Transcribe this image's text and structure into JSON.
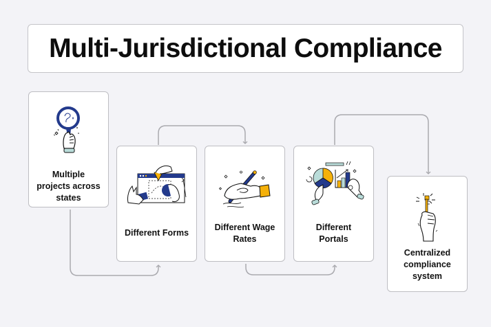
{
  "title": "Multi-Jurisdictional Compliance",
  "colors": {
    "background": "#f3f3f7",
    "card_border": "#bdbdc2",
    "connector": "#a9a9ae",
    "navy": "#233a8c",
    "gold": "#f5b10a",
    "mint": "#b9dcd9"
  },
  "steps": [
    {
      "id": "multiple-projects",
      "label": "Multiple projects across states",
      "lines": [
        "Multiple",
        "projects across",
        "states"
      ],
      "icon": "magnifying-glass-hand-icon"
    },
    {
      "id": "different-forms",
      "label": "Different Forms",
      "lines": [
        "Different Forms"
      ],
      "icon": "forms-window-hands-icon"
    },
    {
      "id": "different-wage-rates",
      "label": "Different Wage Rates",
      "lines": [
        "Different Wage",
        "Rates"
      ],
      "icon": "hand-writing-pen-icon"
    },
    {
      "id": "different-portals",
      "label": "Different Portals",
      "lines": [
        "Different",
        "Portals"
      ],
      "icon": "charts-hands-icon"
    },
    {
      "id": "centralized-system",
      "label": "Centralized compliance system",
      "lines": [
        "Centralized",
        "compliance",
        "system"
      ],
      "icon": "hand-holding-key-icon"
    }
  ],
  "connections": [
    {
      "from": "multiple-projects",
      "to": "different-forms"
    },
    {
      "from": "different-forms",
      "to": "different-wage-rates"
    },
    {
      "from": "different-wage-rates",
      "to": "different-portals"
    },
    {
      "from": "different-portals",
      "to": "centralized-system"
    }
  ]
}
